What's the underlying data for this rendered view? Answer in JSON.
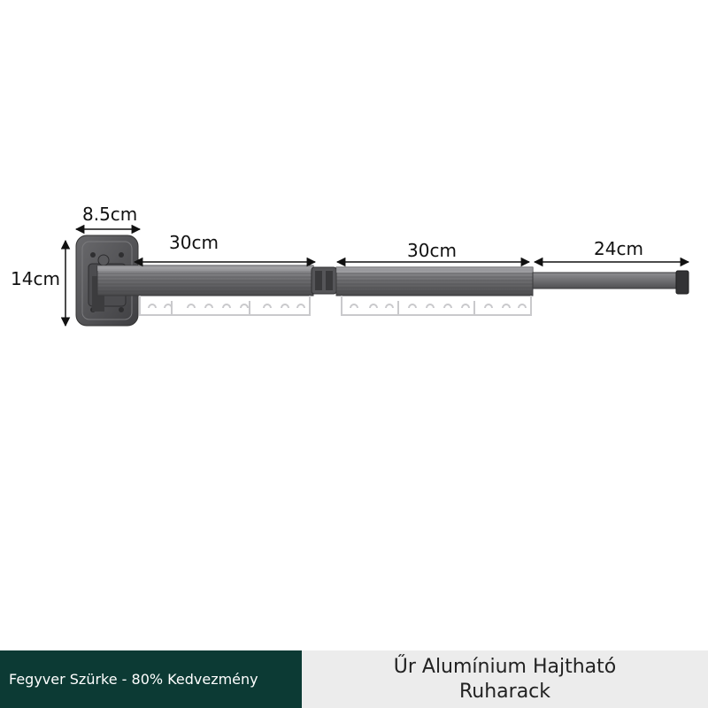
{
  "dimensions": {
    "base_width": "8.5cm",
    "base_height": "14cm",
    "arm_segment_1": "30cm",
    "arm_segment_2": "30cm",
    "arm_extension": "24cm"
  },
  "footer": {
    "badge_text": "Fegyver Szürke - 80% Kedvezmény",
    "title_line_1": " Űr Alumínium Hajtható",
    "title_line_2": "Ruharack"
  },
  "colors": {
    "footer_left_bg": "#0c3a34",
    "footer_right_bg": "#ececec",
    "metal_dark": "#4a4a4c",
    "metal_mid": "#6b6b6e",
    "metal_light": "#8a8a8d",
    "dimension_line": "#111111"
  }
}
